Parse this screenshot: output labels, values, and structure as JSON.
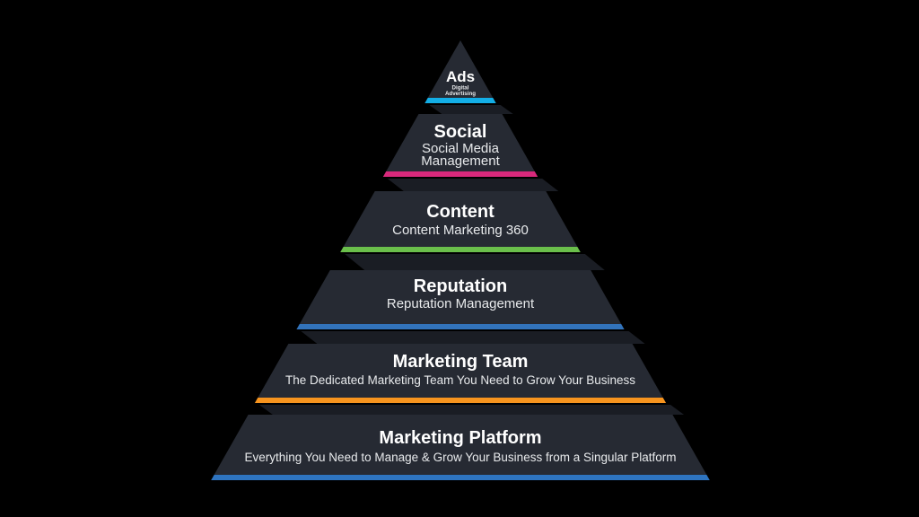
{
  "background_color": "#000000",
  "pyramid": {
    "body_color": "#262a33",
    "shadow_color": "#1a1d24",
    "title_color": "#ffffff",
    "subtitle_color": "#e8eaec",
    "levels": [
      {
        "title": "Ads",
        "subtitle_lines": [
          "Digital",
          "Advertising"
        ],
        "accent_color": "#13aee6"
      },
      {
        "title": "Social",
        "subtitle_lines": [
          "Social Media",
          "Management"
        ],
        "accent_color": "#d9297c"
      },
      {
        "title": "Content",
        "subtitle_lines": [
          "Content Marketing 360"
        ],
        "accent_color": "#6abf4b"
      },
      {
        "title": "Reputation",
        "subtitle_lines": [
          "Reputation Management"
        ],
        "accent_color": "#3273bb"
      },
      {
        "title": "Marketing Team",
        "subtitle_lines": [
          "The Dedicated Marketing Team You Need to Grow Your Business"
        ],
        "accent_color": "#f7941e"
      },
      {
        "title": "Marketing Platform",
        "subtitle_lines": [
          "Everything You Need to Manage & Grow Your Business from a Singular Platform"
        ],
        "accent_color": "#2e74c0"
      }
    ]
  }
}
